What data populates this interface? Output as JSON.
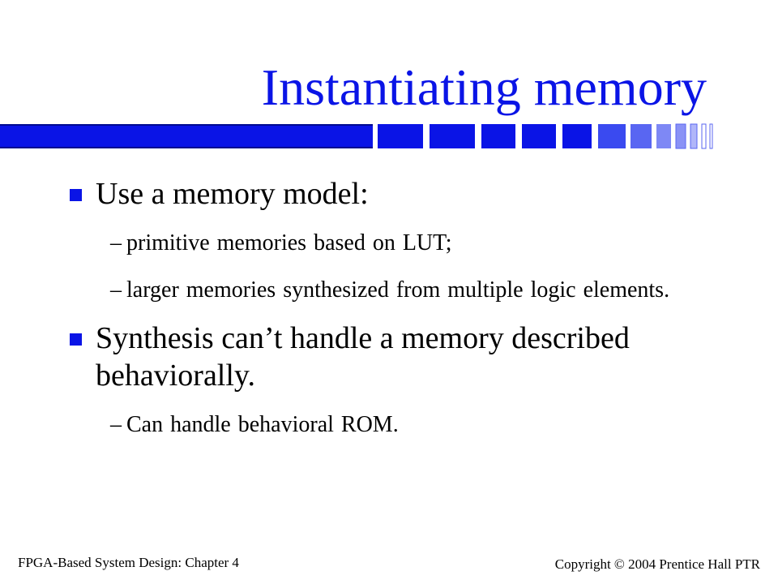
{
  "slide": {
    "title": "Instantiating memory",
    "accent_color": "#0a14e6",
    "bullets": [
      {
        "text": "Use a memory model:",
        "subitems": [
          {
            "dash": "–",
            "text": "primitive memories based on LUT;"
          },
          {
            "dash": "–",
            "text": "larger memories synthesized from multiple logic elements."
          }
        ]
      },
      {
        "text": "Synthesis can’t handle a memory described behaviorally.",
        "subitems": [
          {
            "dash": "–",
            "text": "Can handle behavioral ROM."
          }
        ]
      }
    ]
  },
  "footer": {
    "left": "FPGA-Based System Design: Chapter 4",
    "right": "Copyright © 2004 Prentice Hall PTR"
  }
}
